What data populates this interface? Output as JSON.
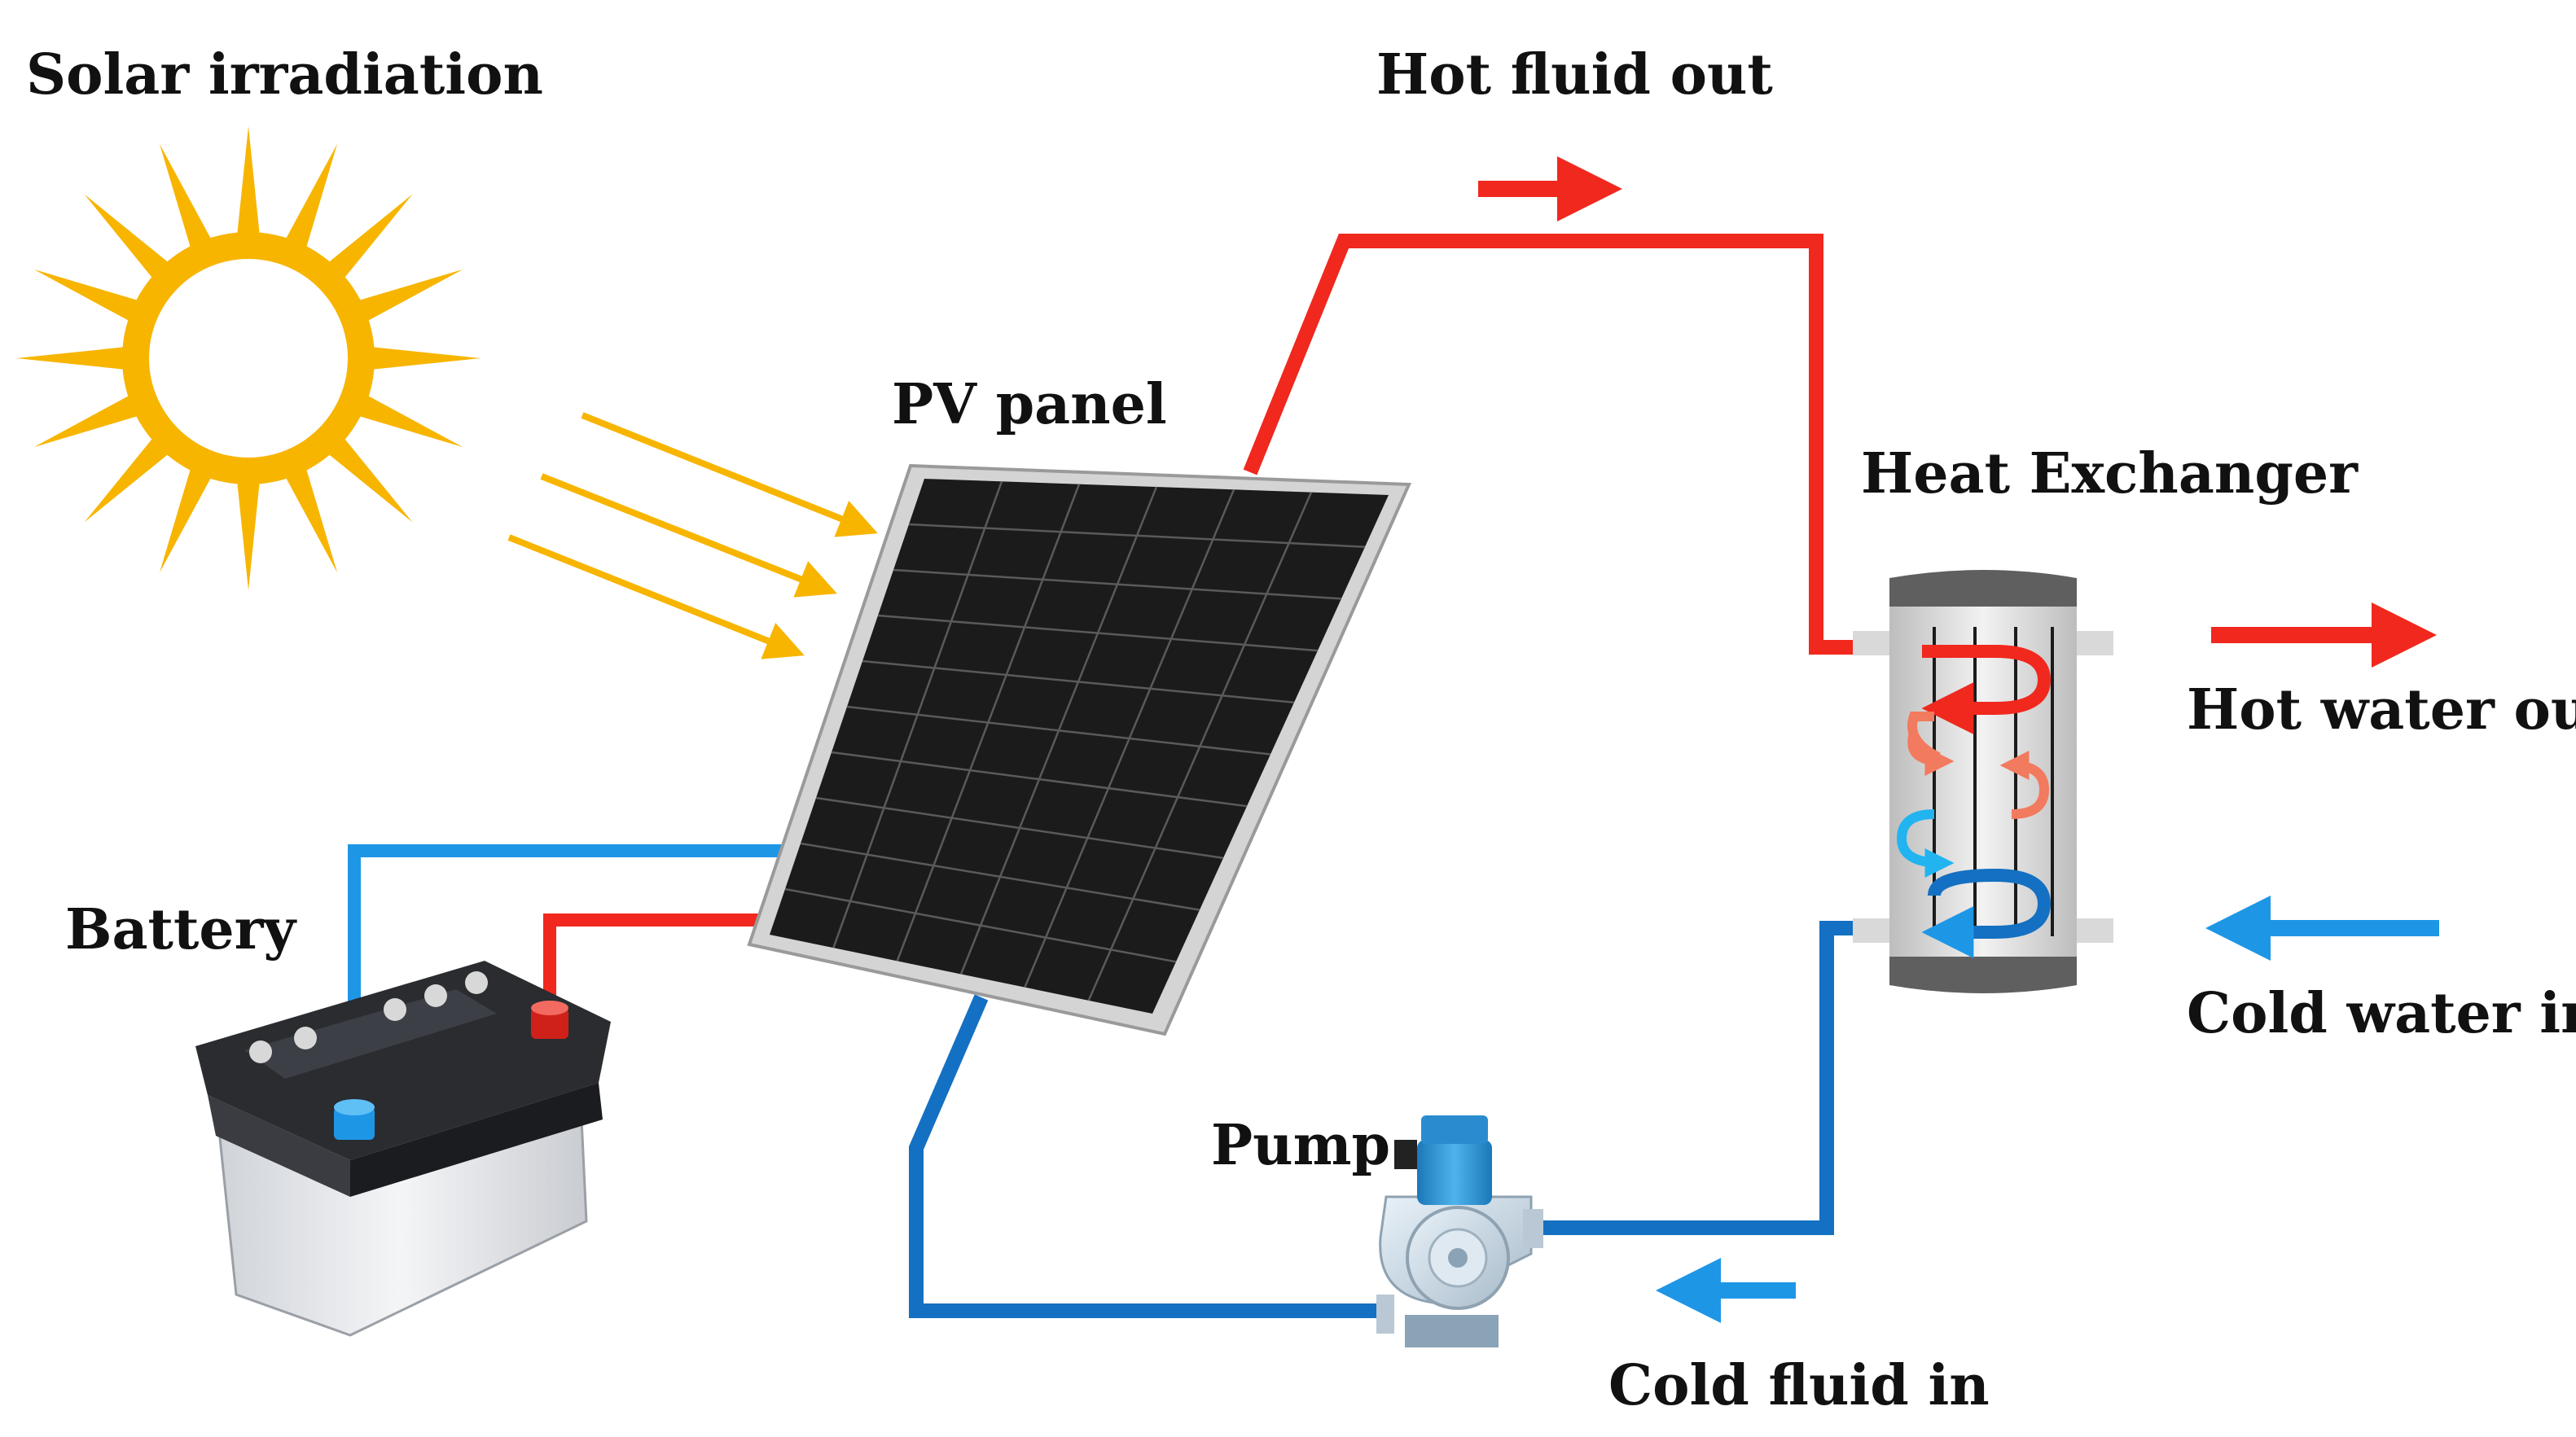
{
  "labels": {
    "solar": "Solar irradiation",
    "hot_fluid_out": "Hot fluid out",
    "pv_panel": "PV panel",
    "heat_exchanger": "Heat Exchanger",
    "hot_water_out": "Hot water out",
    "cold_water_in": "Cold water in",
    "battery": "Battery",
    "pump": "Pump",
    "cold_fluid_in": "Cold fluid in"
  },
  "colors": {
    "hot": "#f0281e",
    "cold": "#1e96e6",
    "cold_dark": "#1470c2",
    "sun": "#f7b500",
    "panel_cell": "#1b1b1b",
    "panel_frame": "#cfcfcf"
  },
  "icons": {
    "sun": "sun-icon",
    "pv": "solar-panel-icon",
    "battery": "battery-icon",
    "pump": "pump-icon",
    "exchanger": "heat-exchanger-icon"
  }
}
